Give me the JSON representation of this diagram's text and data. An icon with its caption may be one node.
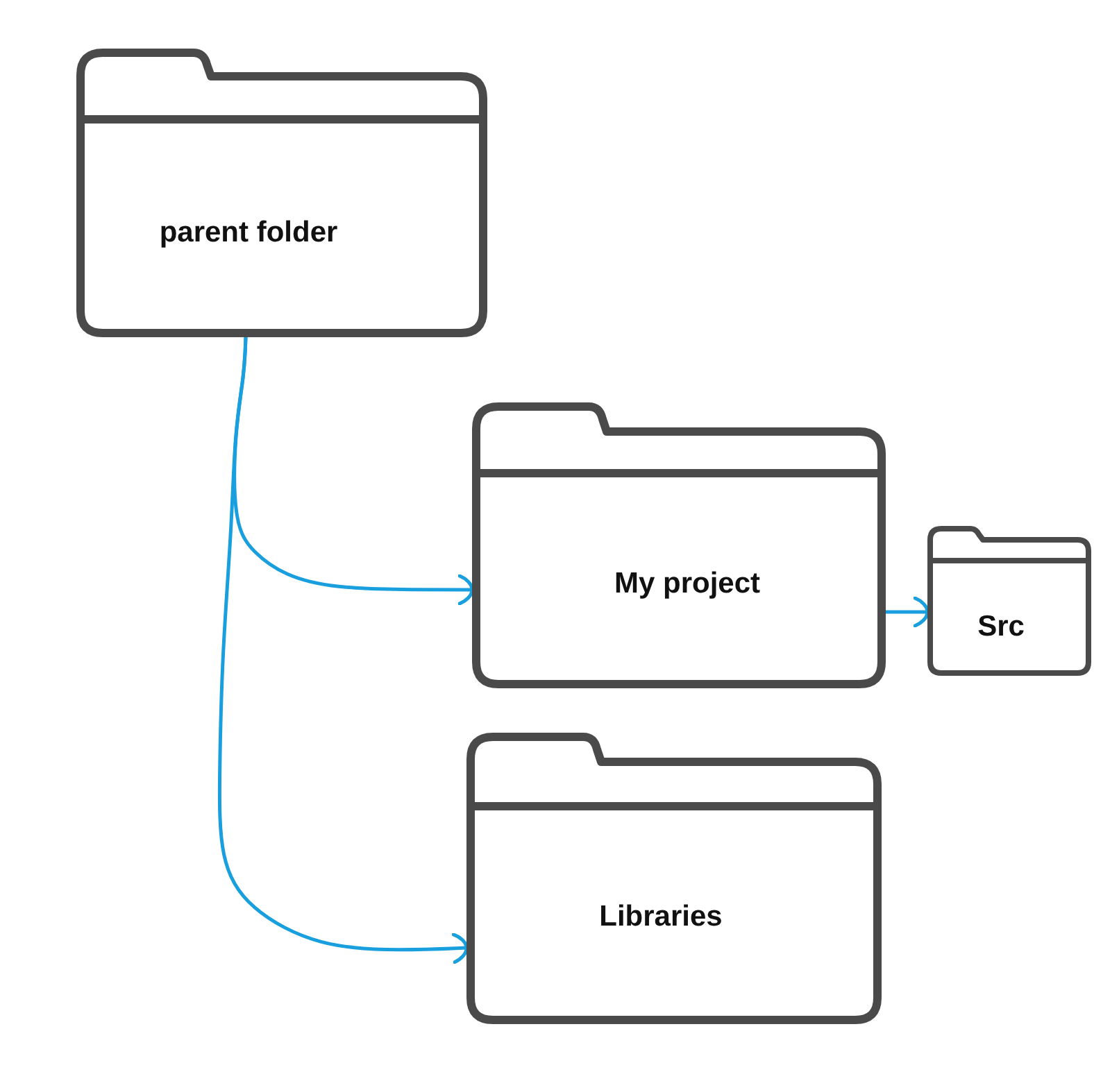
{
  "diagram": {
    "nodes": [
      {
        "text": [
          "parent folder"
        ]
      },
      {
        "text": [
          "My project"
        ]
      },
      {
        "text": [
          "Src"
        ]
      },
      {
        "text": [
          "Libraries"
        ]
      }
    ],
    "edges": [
      {
        "from": 0,
        "to": 1,
        "arrow": "to"
      },
      {
        "from": 0,
        "to": 3,
        "arrow": "to"
      },
      {
        "from": 1,
        "to": 2,
        "arrow": "to"
      }
    ]
  }
}
